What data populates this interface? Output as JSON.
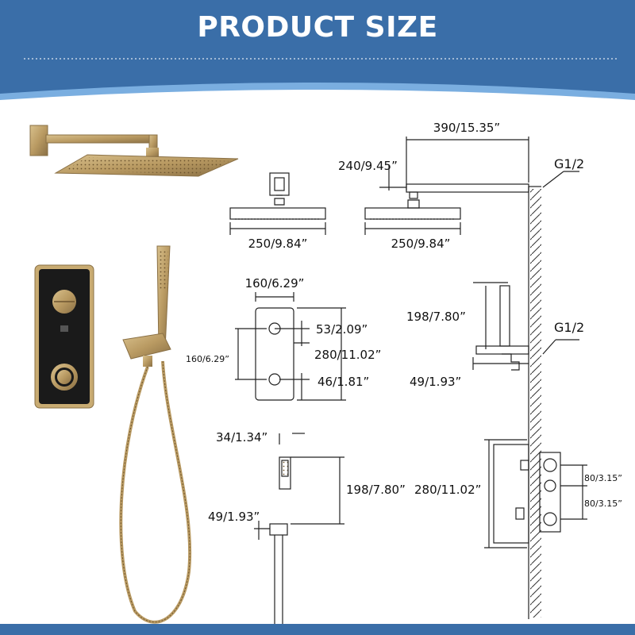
{
  "title": "PRODUCT SIZE",
  "colors": {
    "banner": "#3a6ea8",
    "accent_stripe": "#7aaee0",
    "gold": "#b99a62",
    "gold_dark": "#8a7045",
    "panel": "#1a1a1a",
    "line": "#222222"
  },
  "top_view": {
    "head_width": "250/9.84”"
  },
  "side_view": {
    "arm_length": "390/15.35”",
    "arm_drop": "240/9.45”",
    "head_width": "250/9.84”",
    "thread": "G1/2"
  },
  "valve_front": {
    "width": "160/6.29”",
    "knob_offset": "53/2.09”",
    "height": "280/11.02”",
    "knob_spacing": "160/6.29”",
    "bottom_offset": "46/1.81”"
  },
  "holder_side": {
    "height": "198/7.80”",
    "thread": "G1/2",
    "projection": "49/1.93”"
  },
  "holder_front": {
    "width": "34/1.34”",
    "height": "198/7.80”",
    "projection": "49/1.93”"
  },
  "rough_in": {
    "height": "280/11.02”",
    "upper_spacing": "80/3.15”",
    "lower_spacing": "80/3.15”"
  }
}
